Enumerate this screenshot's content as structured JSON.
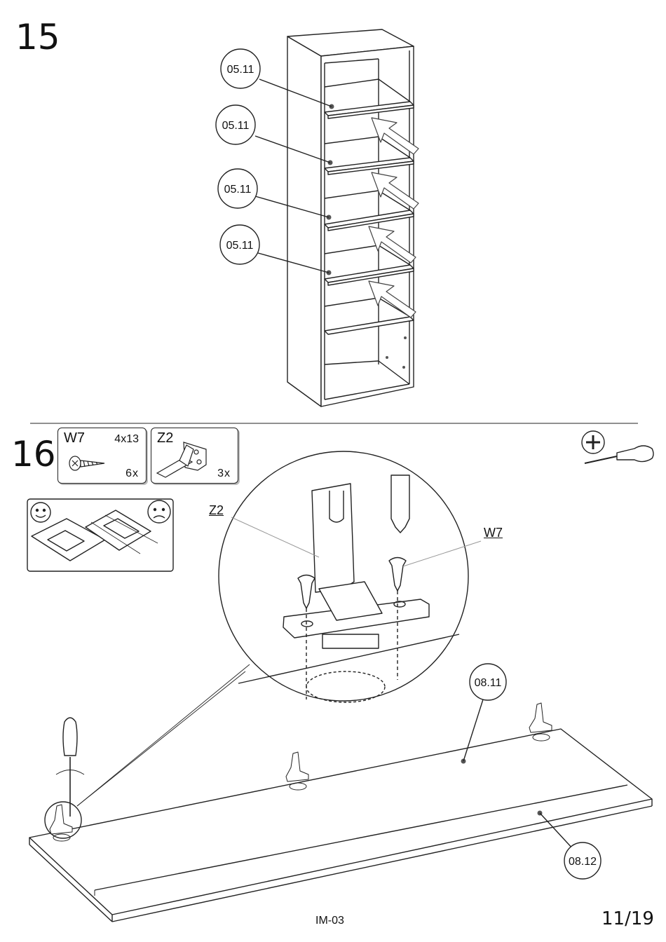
{
  "step15": {
    "number": "15",
    "shelf_labels": [
      "05.11",
      "05.11",
      "05.11",
      "05.11"
    ]
  },
  "step16": {
    "number": "16",
    "parts": [
      {
        "code": "W7",
        "size": "4x13",
        "qty": "6x",
        "icon": "screw-icon"
      },
      {
        "code": "Z2",
        "size": "",
        "qty": "3x",
        "icon": "bracket-icon"
      }
    ],
    "tool_icon": "phillips-screwdriver-icon",
    "detail_labels": {
      "bracket": "Z2",
      "screw": "W7"
    },
    "panel_labels": [
      "08.11",
      "08.12"
    ]
  },
  "footer": {
    "doc_code": "IM-03",
    "page": "11/19"
  }
}
